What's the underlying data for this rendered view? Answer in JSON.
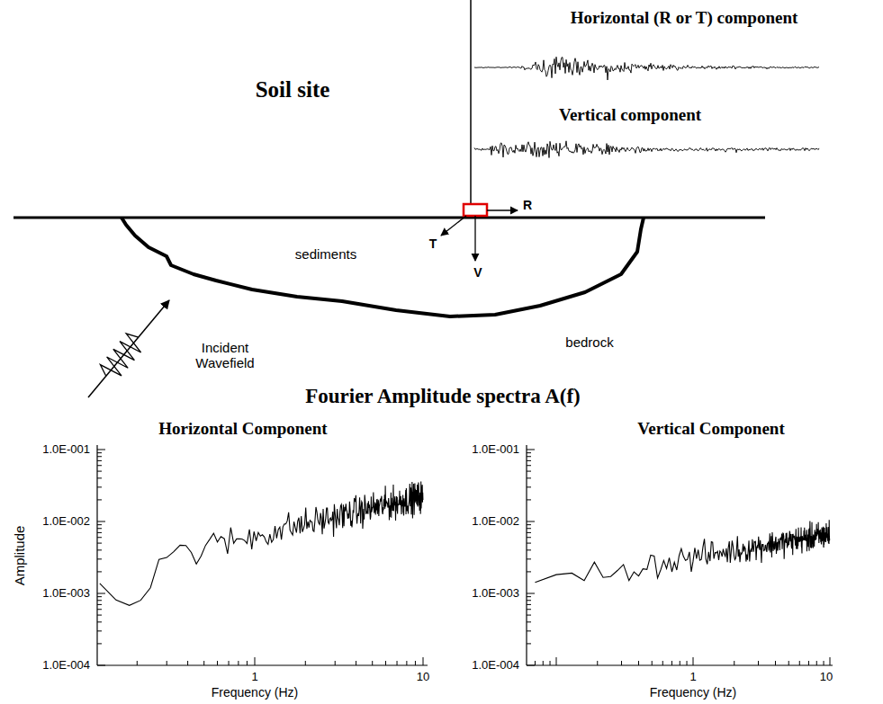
{
  "diagram": {
    "labels": [
      "Horizontal (R or T) component",
      "Soil site",
      "Vertical component",
      "R",
      "T",
      "V",
      "sediments",
      "bedrock",
      "Incident Wavefield",
      "Fourier Amplitude spectra A(f)",
      "Horizontal Component",
      "Vertical Component",
      "1.0E-001",
      "1.0E-002",
      "1.0E-003",
      "1.0E-004",
      "Amplitude",
      "1",
      "10",
      "Frequency (Hz)",
      "1.0E-001",
      "1.0E-002",
      "1.0E-003",
      "1.0E-004",
      "1",
      "10",
      "Frequency (Hz)"
    ]
  }
}
